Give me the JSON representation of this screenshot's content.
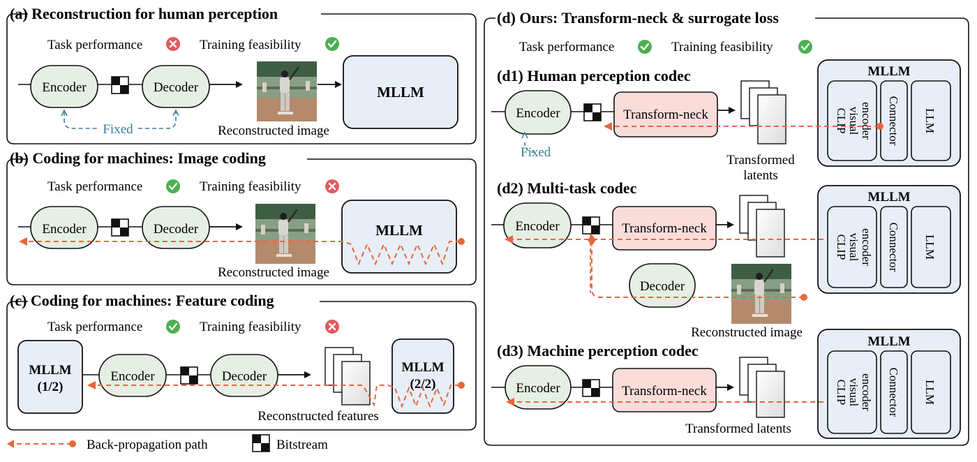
{
  "panels": {
    "a": {
      "title": "(a) Reconstruction for human perception",
      "task_performance": "Task performance",
      "task_status": "cross",
      "training_feasibility": "Training feasibility",
      "training_status": "check",
      "encoder": "Encoder",
      "decoder": "Decoder",
      "mllm": "MLLM",
      "fixed": "Fixed",
      "caption": "Reconstructed image"
    },
    "b": {
      "title": "(b) Coding for machines: Image coding",
      "task_performance": "Task performance",
      "task_status": "check",
      "training_feasibility": "Training feasibility",
      "training_status": "cross",
      "encoder": "Encoder",
      "decoder": "Decoder",
      "mllm": "MLLM",
      "caption": "Reconstructed image"
    },
    "c": {
      "title": "(c) Coding for machines: Feature coding",
      "task_performance": "Task performance",
      "task_status": "check",
      "training_feasibility": "Training feasibility",
      "training_status": "cross",
      "mllm1_line1": "MLLM",
      "mllm1_line2": "(1/2)",
      "encoder": "Encoder",
      "decoder": "Decoder",
      "mllm2_line1": "MLLM",
      "mllm2_line2": "(2/2)",
      "caption": "Reconstructed features"
    },
    "d": {
      "title": "(d) Ours: Transform-neck & surrogate loss",
      "task_performance": "Task performance",
      "task_status": "check",
      "training_feasibility": "Training feasibility",
      "training_status": "check",
      "d1": {
        "title": "(d1) Human perception codec",
        "encoder": "Encoder",
        "transform_neck": "Transform-neck",
        "fixed": "Fixed",
        "caption_line1": "Transformed",
        "caption_line2": "latents",
        "mllm": "MLLM",
        "clip_line1": "CLIP",
        "clip_line2": "visual",
        "clip_line3": "encoder",
        "connector": "Connector",
        "llm": "LLM"
      },
      "d2": {
        "title": "(d2) Multi-task codec",
        "encoder": "Encoder",
        "transform_neck": "Transform-neck",
        "decoder": "Decoder",
        "caption": "Reconstructed image",
        "mllm": "MLLM",
        "clip_line1": "CLIP",
        "clip_line2": "visual",
        "clip_line3": "encoder",
        "connector": "Connector",
        "llm": "LLM"
      },
      "d3": {
        "title": "(d3) Machine perception codec",
        "encoder": "Encoder",
        "transform_neck": "Transform-neck",
        "caption": "Transformed latents",
        "mllm": "MLLM",
        "clip_line1": "CLIP",
        "clip_line2": "visual",
        "clip_line3": "encoder",
        "connector": "Connector",
        "llm": "LLM"
      }
    }
  },
  "legend": {
    "backprop": "Back-propagation path",
    "bitstream": "Bitstream"
  },
  "colors": {
    "encoder_fill": "#e6efe3",
    "mllm_fill": "#e8eef8",
    "transform_neck_fill": "#fadcd8",
    "backprop": "#e8663d",
    "fixed": "#3c7c9c",
    "check": "#4caf50",
    "cross": "#e05a5f"
  }
}
